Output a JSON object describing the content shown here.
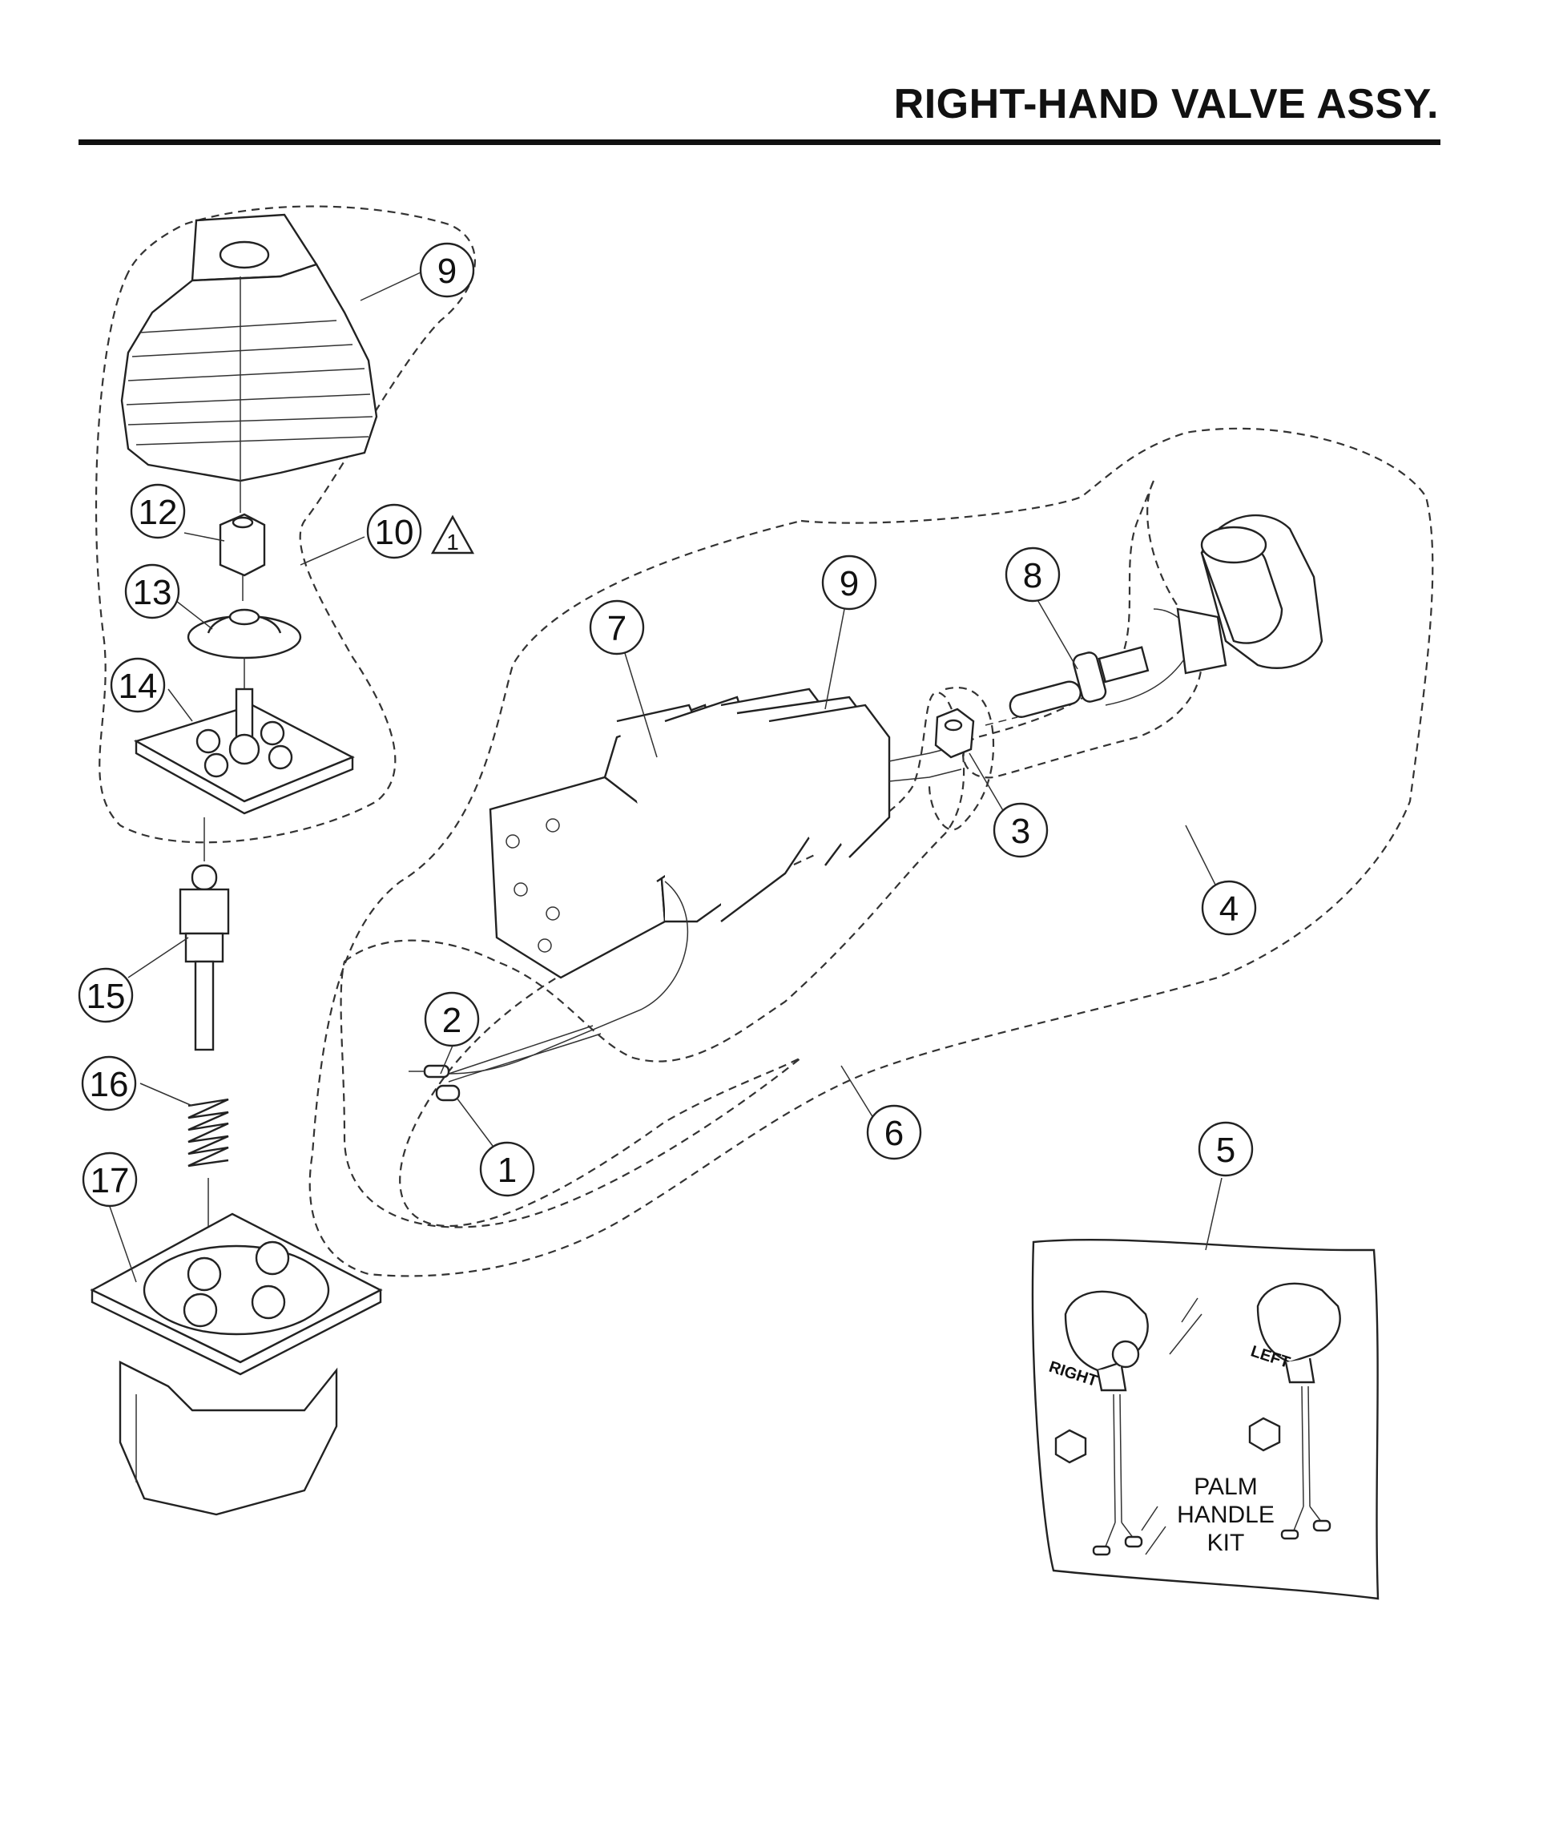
{
  "title": "RIGHT-HAND VALVE ASSY.",
  "callouts": {
    "c9a": "9",
    "c12": "12",
    "c10": "10",
    "c10_note": "1",
    "c13": "13",
    "c14": "14",
    "c15": "15",
    "c16": "16",
    "c17": "17",
    "c7": "7",
    "c9b": "9",
    "c8": "8",
    "c3": "3",
    "c4": "4",
    "c2": "2",
    "c1": "1",
    "c6": "6",
    "c5": "5"
  },
  "kit": {
    "right_label": "RIGHT",
    "left_label": "LEFT",
    "line1": "PALM",
    "line2": "HANDLE",
    "line3": "KIT"
  }
}
